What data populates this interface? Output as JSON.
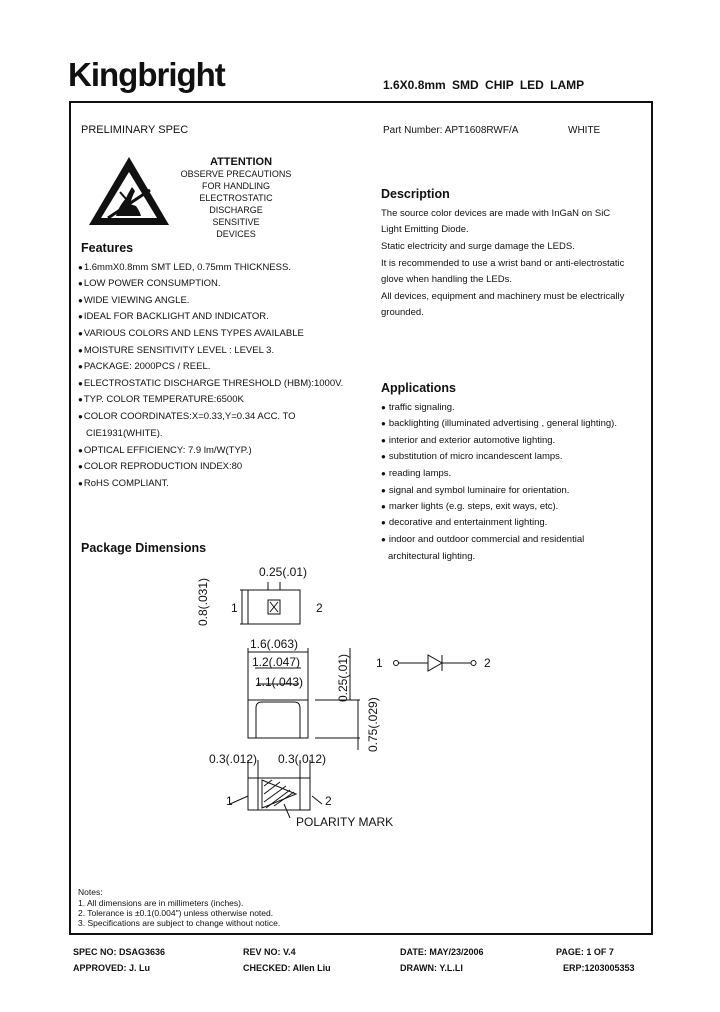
{
  "header": {
    "logo": "Kingbright",
    "title": "1.6X0.8mm SMD CHIP LED LAMP"
  },
  "spec": {
    "status": "PRELIMINARY SPEC",
    "part_number_label": "Part Number: APT1608RWF/A",
    "color": "WHITE"
  },
  "attention": {
    "title": "ATTENTION",
    "lines": [
      "OBSERVE PRECAUTIONS",
      "FOR HANDLING",
      "ELECTROSTATIC",
      "DISCHARGE",
      "SENSITIVE",
      "DEVICES"
    ]
  },
  "features": {
    "heading": "Features",
    "items": [
      "1.6mmX0.8mm SMT LED, 0.75mm THICKNESS.",
      "LOW  POWER CONSUMPTION.",
      "WIDE VIEWING ANGLE.",
      "IDEAL FOR BACKLIGHT AND INDICATOR.",
      "VARIOUS COLORS AND LENS TYPES AVAILABLE",
      "MOISTURE SENSITIVITY LEVEL : LEVEL 3.",
      "PACKAGE: 2000PCS / REEL.",
      "ELECTROSTATIC DISCHARGE THRESHOLD (HBM):1000V.",
      "TYP. COLOR TEMPERATURE:6500K",
      "COLOR COORDINATES:X=0.33,Y=0.34  ACC. TO",
      "CIE1931(WHITE).",
      "OPTICAL EFFICIENCY: 7.9 lm/W(TYP.)",
      "COLOR REPRODUCTION INDEX:80",
      "RoHS COMPLIANT."
    ]
  },
  "description": {
    "heading": "Description",
    "lines": [
      "The source color devices  are  made  with  InGaN on SiC",
      "Light  Emitting  Diode.",
      "Static electricity and surge damage the LEDS.",
      "It  is recommended to use a wrist band or anti-electrostatic",
      "glove when handling the LEDs.",
      "All devices, equipment and machinery must be electrically",
      "grounded."
    ]
  },
  "applications": {
    "heading": "Applications",
    "items": [
      "traffic signaling.",
      "backlighting (illuminated advertising , general lighting).",
      "interior and exterior automotive lighting.",
      "substitution of micro incandescent lamps.",
      "reading lamps.",
      "signal and symbol luminaire for orientation.",
      "marker lights (e.g. steps, exit ways, etc).",
      "decorative and entertainment lighting.",
      "indoor and outdoor commercial and residential",
      "architectural lighting."
    ]
  },
  "package": {
    "heading": "Package Dimensions",
    "dims": {
      "top_width": "0.25(.01)",
      "height": "0.8(.031)",
      "length": "1.6(.063)",
      "inner1": "1.2(.047)",
      "inner2": "1.1(.043)",
      "side1": "0.25(.01)",
      "thickness": "0.75(.029)",
      "pad_left": "0.3(.012)",
      "pad_right": "0.3(.012)"
    },
    "pin1": "1",
    "pin2": "2",
    "polarity_mark": "POLARITY  MARK"
  },
  "notes": {
    "title": "Notes:",
    "lines": [
      "1. All dimensions are in millimeters (inches).",
      "2. Tolerance is ±0.1(0.004\") unless otherwise noted.",
      "3. Specifications are subject to change without notice."
    ]
  },
  "footer": {
    "spec_no": "SPEC NO: DSAG3636",
    "rev_no": "REV NO: V.4",
    "date": "DATE: MAY/23/2006",
    "page": "PAGE: 1 OF 7",
    "approved": "APPROVED: J. Lu",
    "checked": "CHECKED: Allen Liu",
    "drawn": "DRAWN: Y.L.LI",
    "erp": "ERP:1203005353"
  }
}
